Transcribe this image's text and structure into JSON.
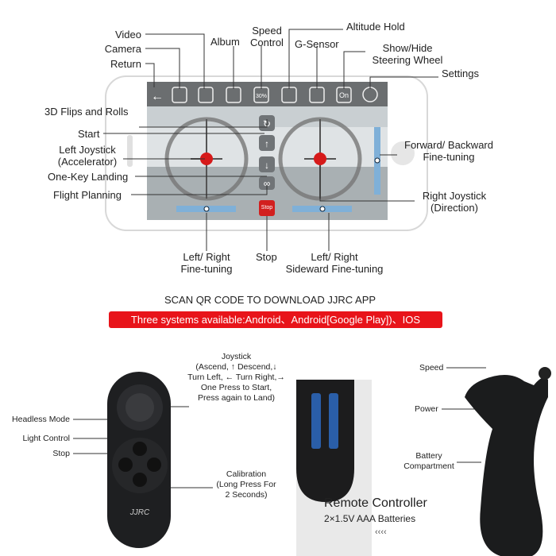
{
  "app_labels": {
    "video": "Video",
    "camera": "Camera",
    "return": "Return",
    "album": "Album",
    "speed_control": [
      "Speed",
      "Control"
    ],
    "altitude_hold": "Altitude Hold",
    "g_sensor": "G-Sensor",
    "show_hide": [
      "Show/Hide",
      "Steering Wheel"
    ],
    "settings": "Settings",
    "flips": "3D Flips and Rolls",
    "start": "Start",
    "left_joystick": [
      "Left Joystick",
      "(Accelerator)"
    ],
    "one_key_landing": "One-Key Landing",
    "flight_planning": "Flight Planning",
    "fwd_back": [
      "Forward/ Backward",
      "Fine-tuning"
    ],
    "right_joystick": [
      "Right Joystick",
      "(Direction)"
    ],
    "lr_fine": [
      "Left/ Right",
      "Fine-tuning"
    ],
    "stop": "Stop",
    "lr_sideward": [
      "Left/ Right",
      "Sideward Fine-tuning"
    ]
  },
  "screen": {
    "speed_icon_text": "30%",
    "on_icon_text": "On",
    "stop_button_text": "Stop"
  },
  "scan_text": "SCAN QR CODE TO DOWNLOAD JJRC APP",
  "banner_text": "Three systems available:Android、Android[Google Play])、IOS",
  "remote": {
    "headless": "Headless Mode",
    "light": "Light Control",
    "stop": "Stop",
    "joystick": [
      "Joystick",
      "(Ascend, ↑  Descend,↓",
      "Turn Left, ← Turn Right,→",
      "One Press to Start,",
      "Press again to Land)"
    ],
    "calibration": [
      "Calibration",
      "(Long Press For",
      "2 Seconds)"
    ],
    "brand": "JJRC",
    "title": "Remote Controller",
    "batteries": "2×1.5V  AAA  Batteries",
    "arrows": "‹‹‹‹",
    "speed": "Speed",
    "power": "Power",
    "battery_compartment": [
      "Battery",
      "Compartment"
    ]
  },
  "colors": {
    "banner": "#e8141a",
    "stop": "#d2201f",
    "joystick_dot": "#d61a1a"
  }
}
